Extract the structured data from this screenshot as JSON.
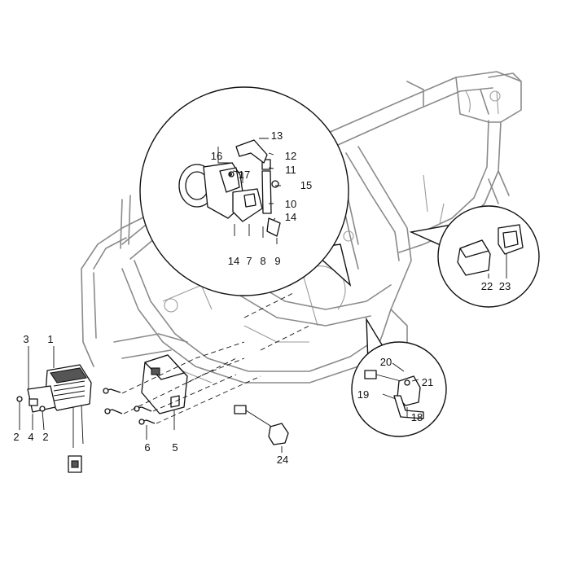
{
  "diagram": {
    "labels": [
      "1",
      "2",
      "2",
      "3",
      "4",
      "5",
      "6",
      "7",
      "8",
      "9",
      "10",
      "11",
      "12",
      "13",
      "14",
      "14",
      "15",
      "16",
      "17",
      "18",
      "19",
      "20",
      "21",
      "22",
      "23",
      "24"
    ]
  }
}
